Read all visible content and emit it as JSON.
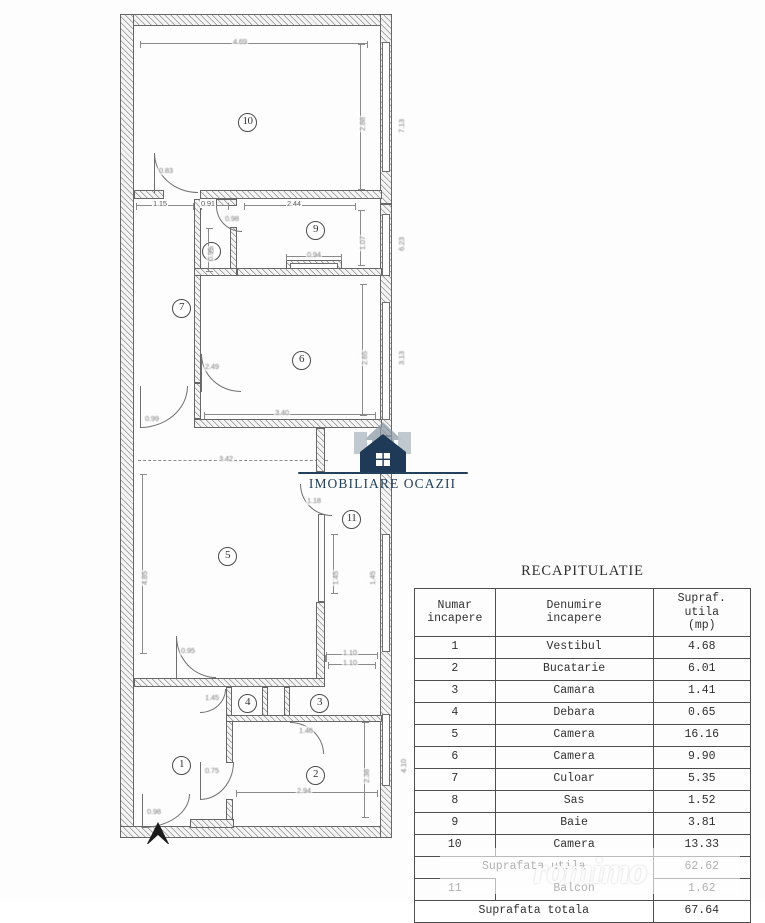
{
  "document": {
    "type": "architectural-floor-plan-scan",
    "language": "ro"
  },
  "recap": {
    "title": "RECAPITULATIE",
    "headers": {
      "number": "Numar\nincapere",
      "number_line1": "Numar",
      "number_line2": "incapere",
      "name_line1": "Denumire",
      "name_line2": "incapere",
      "area_line1": "Supraf.",
      "area_line2": "utila",
      "area_line3": "(mp)"
    },
    "rows": [
      {
        "num": "1",
        "name": "Vestibul",
        "area": "4.68"
      },
      {
        "num": "2",
        "name": "Bucatarie",
        "area": "6.01"
      },
      {
        "num": "3",
        "name": "Camara",
        "area": "1.41"
      },
      {
        "num": "4",
        "name": "Debara",
        "area": "0.65"
      },
      {
        "num": "5",
        "name": "Camera",
        "area": "16.16"
      },
      {
        "num": "6",
        "name": "Camera",
        "area": "9.90"
      },
      {
        "num": "7",
        "name": "Culoar",
        "area": "5.35"
      },
      {
        "num": "8",
        "name": "Sas",
        "area": "1.52"
      },
      {
        "num": "9",
        "name": "Baie",
        "area": "3.81"
      },
      {
        "num": "10",
        "name": "Camera",
        "area": "13.33"
      }
    ],
    "summary": {
      "utila_label": "Suprafata utila",
      "utila_value": "62.62",
      "row11_num": "11",
      "row11_name": "Balcon",
      "row11_value": "1.62",
      "totala_label": "Suprafata totala",
      "totala_value": "67.64"
    }
  },
  "plan": {
    "room_numbers": [
      "1",
      "2",
      "3",
      "4",
      "5",
      "6",
      "7",
      "8",
      "9",
      "10",
      "11"
    ],
    "dimensions": {
      "room10_width": "4.69",
      "room10_height": "2.88",
      "right_top": "7.13",
      "right_mid": "6.23",
      "room9_width": "2.44",
      "room9_height": "1.07",
      "corridor_width": "1.15",
      "sas_width": "0.91",
      "sas_door": "0.98",
      "room10_door": "0.83",
      "room9_inner": "0.94",
      "room6_width": "3.40",
      "room6_height": "2.65",
      "right_room6": "3.13",
      "room6_door": "2.49",
      "room7_door": "0.99",
      "hall_width": "3.42",
      "balcony_door": "1.18",
      "balcony_depth": "1.45",
      "room5_right": "1.10",
      "room5_door": "0.95",
      "room1_door": "0.98",
      "room1_inner": "0.75",
      "room3_width": "1.10",
      "room2_width": "2.94",
      "room2_height": "2.38",
      "right_bottom": "4.10",
      "deb_width": "1.45",
      "camara_door": "1.46"
    }
  },
  "watermark": {
    "logo_text": "IMOBILIARE OCAZII",
    "logo_color": "#23405c",
    "bottom_text": "romimo",
    "icon": "house-icon"
  }
}
